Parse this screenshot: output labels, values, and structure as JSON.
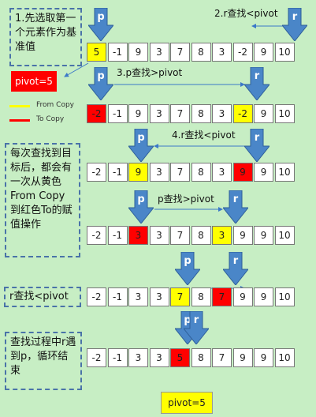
{
  "notes": {
    "n1": "1.先选取第一个元素作为基准值",
    "n2": "每次查找到目标后，都会有一次从黄色From Copy到红色To的赋值操作",
    "n3": "r查找<pivot",
    "n4": "查找过程中r遇到p，循环结束"
  },
  "pivot_top": "pivot=5",
  "pivot_bottom": "pivot=5",
  "legend": {
    "from": "From Copy",
    "to": "To Copy",
    "from_color": "#ffff00",
    "to_color": "#ff0000"
  },
  "steps": {
    "s2": "2.r查找<pivot",
    "s3": "3.p查找>pivot",
    "s4": "4.r查找<pivot",
    "s5": "p查找>pivot"
  },
  "pointers": {
    "p": "p",
    "r": "r"
  },
  "rows": [
    {
      "values": [
        "5",
        "-1",
        "9",
        "3",
        "7",
        "8",
        "3",
        "-2",
        "9",
        "10"
      ],
      "colors": {
        "0": "#ffff00"
      }
    },
    {
      "values": [
        "-2",
        "-1",
        "9",
        "3",
        "7",
        "8",
        "3",
        "-2",
        "9",
        "10"
      ],
      "colors": {
        "0": "#ff0000",
        "7": "#ffff00"
      }
    },
    {
      "values": [
        "-2",
        "-1",
        "9",
        "3",
        "7",
        "8",
        "3",
        "9",
        "9",
        "10"
      ],
      "colors": {
        "2": "#ffff00",
        "7": "#ff0000"
      }
    },
    {
      "values": [
        "-2",
        "-1",
        "3",
        "3",
        "7",
        "8",
        "3",
        "9",
        "9",
        "10"
      ],
      "colors": {
        "2": "#ff0000",
        "6": "#ffff00"
      }
    },
    {
      "values": [
        "-2",
        "-1",
        "3",
        "3",
        "7",
        "8",
        "7",
        "9",
        "9",
        "10"
      ],
      "colors": {
        "4": "#ffff00",
        "6": "#ff0000"
      }
    },
    {
      "values": [
        "-2",
        "-1",
        "3",
        "3",
        "5",
        "8",
        "7",
        "9",
        "9",
        "10"
      ],
      "colors": {
        "4": "#ff0000"
      }
    }
  ]
}
